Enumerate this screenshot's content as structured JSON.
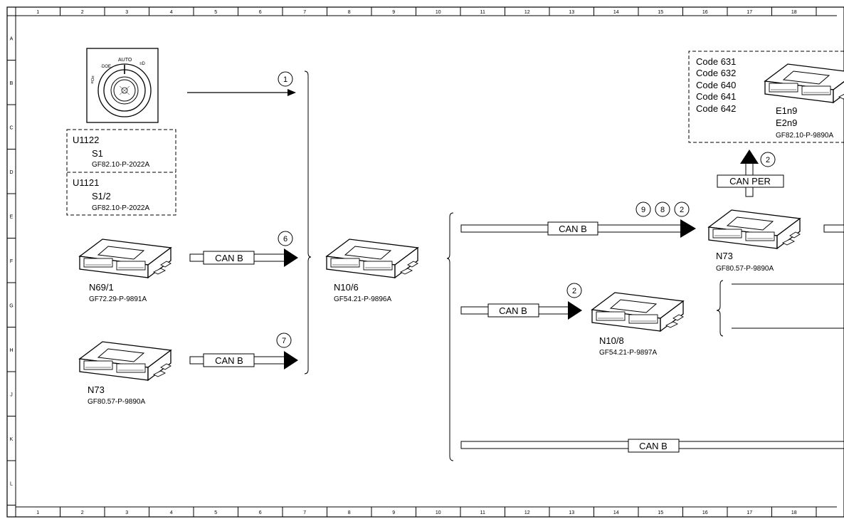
{
  "frame": {
    "columns": [
      "1",
      "2",
      "3",
      "4",
      "5",
      "6",
      "7",
      "8",
      "9",
      "10",
      "11",
      "12",
      "13",
      "14",
      "15",
      "16",
      "17",
      "18"
    ],
    "rows": [
      "A",
      "B",
      "C",
      "D",
      "E",
      "F",
      "G",
      "H",
      "J",
      "K",
      "L"
    ]
  },
  "switch_panel": {
    "icon_names": [
      "light-switch-icon"
    ],
    "dial_labels": {
      "parking": "·DOE",
      "auto": "AUTO",
      "low_beam": "≡D",
      "fog": "≡O≡"
    }
  },
  "u1122": {
    "code": "U1122",
    "part": "S1",
    "ref": "GF82.10-P-2022A"
  },
  "u1121": {
    "code": "U1121",
    "part": "S1/2",
    "ref": "GF82.10-P-2022A"
  },
  "n69_1": {
    "name": "N69/1",
    "ref": "GF72.29-P-9891A"
  },
  "n73_left": {
    "name": "N73",
    "ref": "GF80.57-P-9890A"
  },
  "n10_6": {
    "name": "N10/6",
    "ref": "GF54.21-P-9896A"
  },
  "n73_right": {
    "name": "N73",
    "ref": "GF80.57-P-9890A"
  },
  "n10_8": {
    "name": "N10/8",
    "ref": "GF54.21-P-9897A"
  },
  "codes_box": {
    "codes": [
      "Code 631",
      "Code 632",
      "Code 640",
      "Code 641",
      "Code 642"
    ],
    "e1n9": "E1n9",
    "e2n9": "E2n9",
    "ref": "GF82.10-P-9890A"
  },
  "arrows": {
    "switch_arrow_marker": "1",
    "n69_arrow": {
      "label": "CAN B",
      "marker": "6"
    },
    "n73_arrow": {
      "label": "CAN B",
      "marker": "7"
    },
    "top_right_arrow": {
      "label": "CAN B",
      "markers": [
        "9",
        "8",
        "2"
      ]
    },
    "n10_8_arrow": {
      "label": "CAN B",
      "marker": "2"
    },
    "bottom_bus": {
      "label": "CAN B"
    },
    "can_per_arrow": {
      "label": "CAN PER",
      "marker": "2"
    }
  }
}
